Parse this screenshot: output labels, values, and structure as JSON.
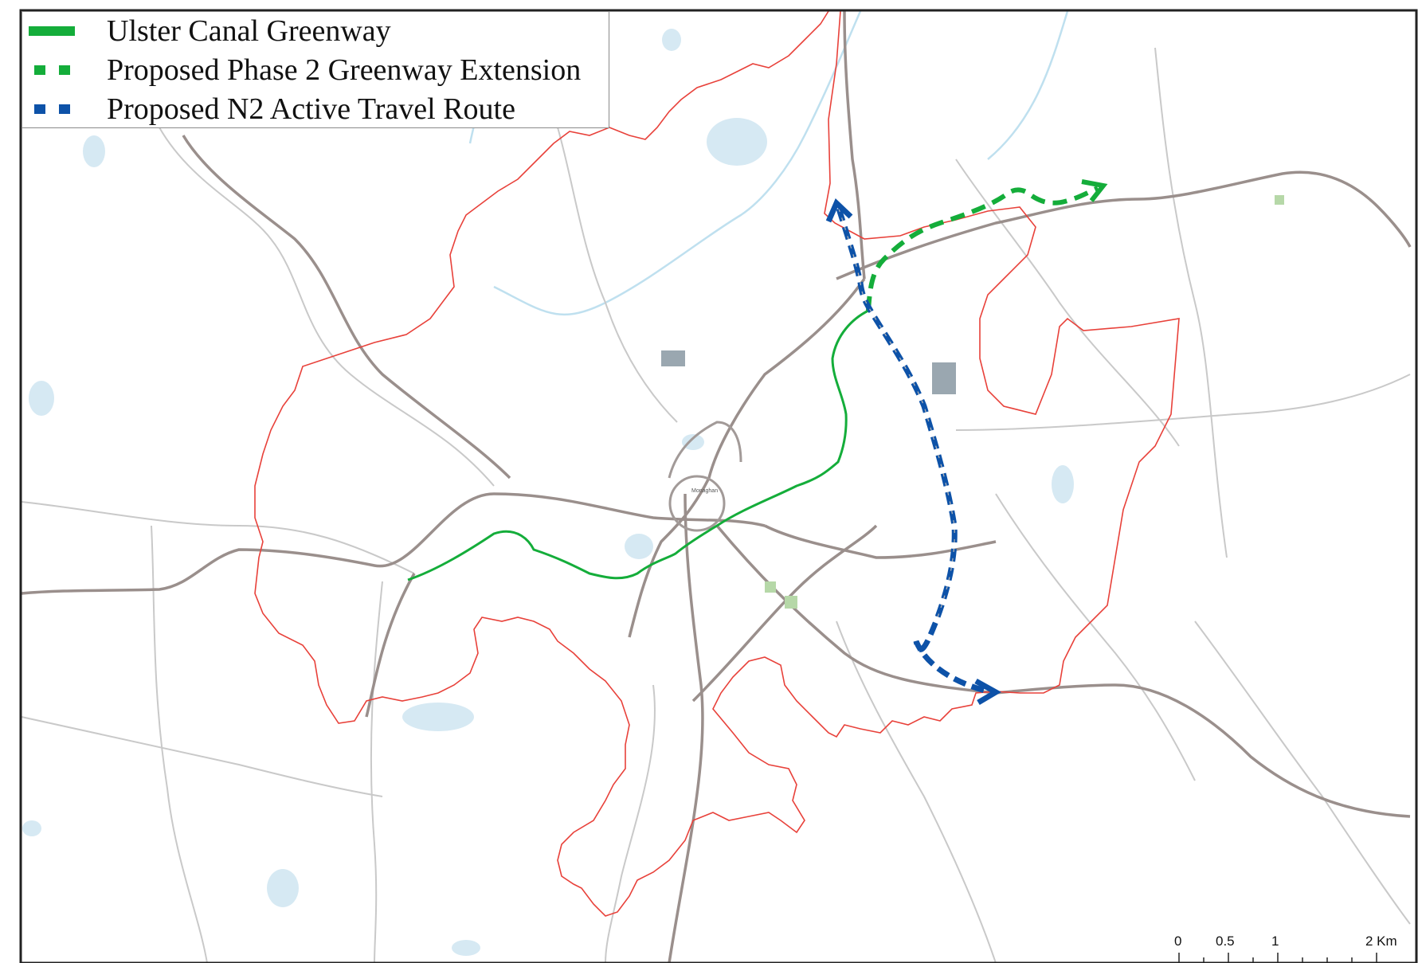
{
  "legend": {
    "items": [
      {
        "label": "Ulster Canal Greenway",
        "style": "solid",
        "color": "#14ad3a"
      },
      {
        "label": "Proposed Phase 2 Greenway Extension",
        "style": "dashed",
        "color": "#14ad3a"
      },
      {
        "label": "Proposed N2 Active Travel Route",
        "style": "dashed",
        "color": "#0d52a8"
      }
    ]
  },
  "map": {
    "town_label": "Monaghan",
    "colors": {
      "boundary": "#e8413a",
      "road": "#9a8f8c",
      "minor_road": "#c9c9c9",
      "water": "#d6e9f3",
      "river": "#bfe0ef",
      "greenway": "#14ad3a",
      "active_travel": "#0d52a8",
      "frame": "#222222"
    }
  },
  "scale": {
    "labels": [
      "0",
      "0.5",
      "1",
      "2 Km"
    ]
  }
}
